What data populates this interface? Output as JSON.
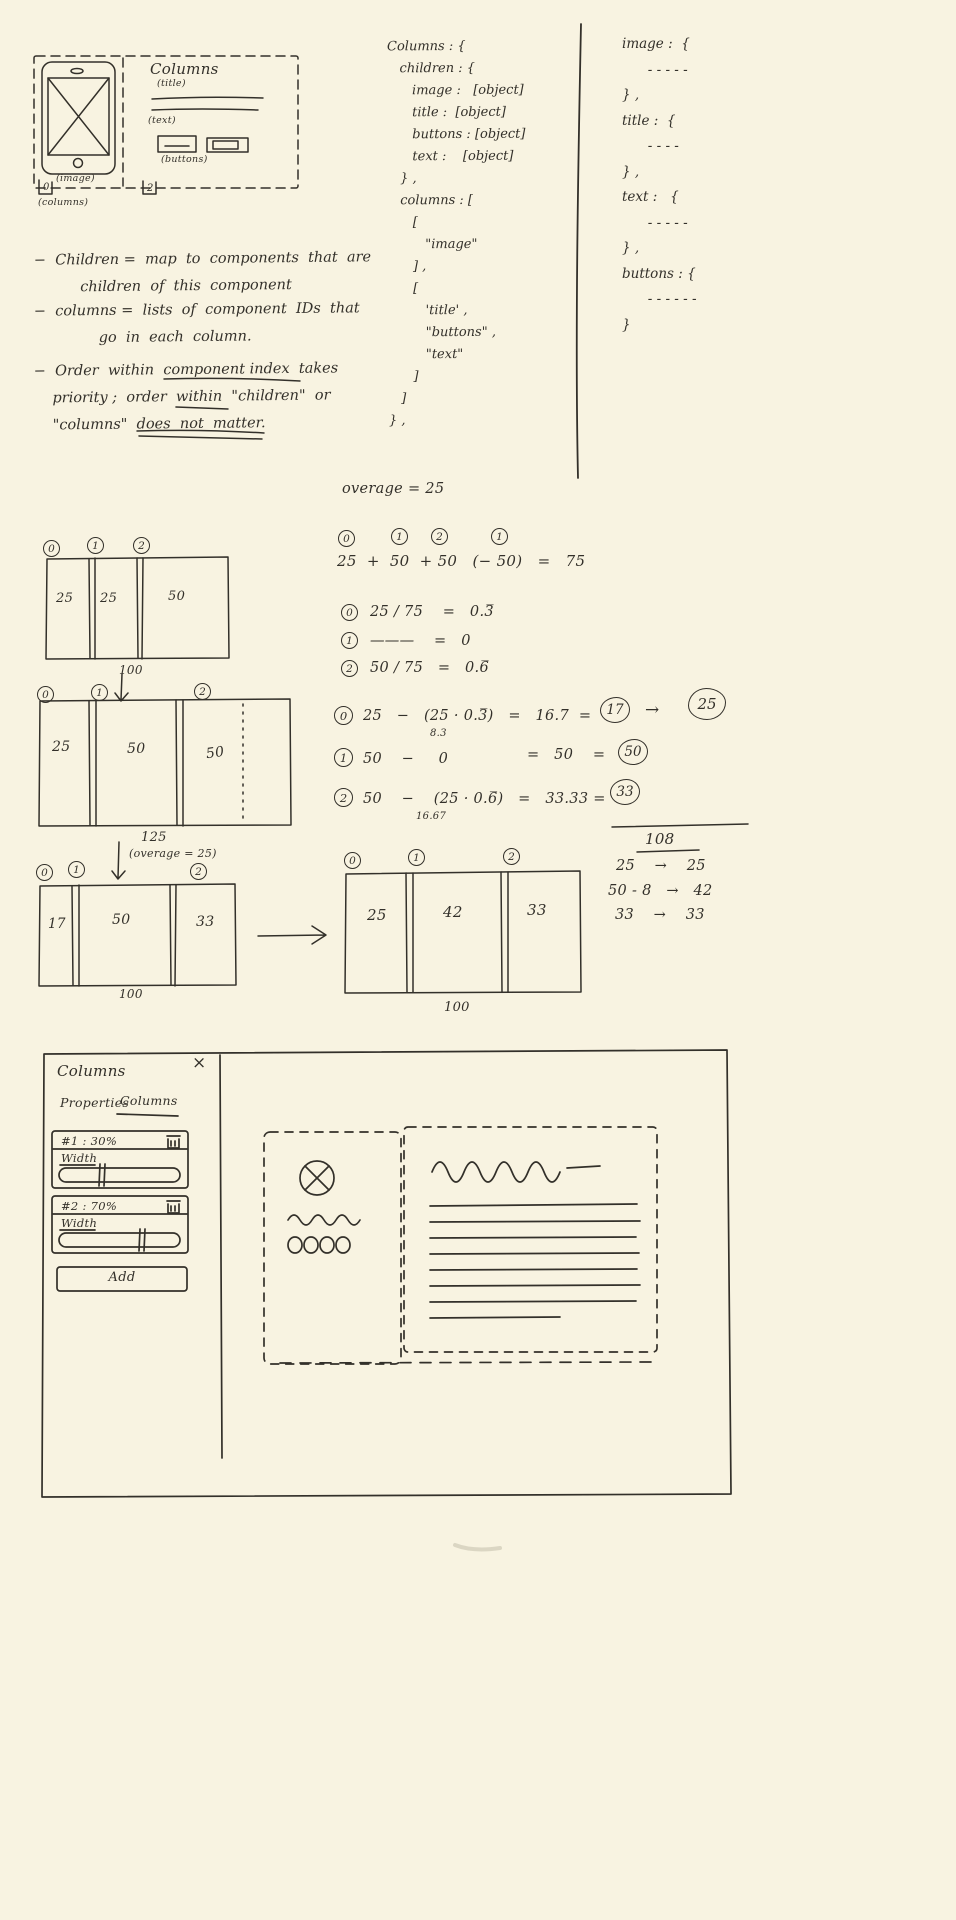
{
  "palette": {
    "paper": "#f8f3e1",
    "ink": "#33302a"
  },
  "icons": {
    "close": "x-mark",
    "delete": "trash",
    "image_placeholder": "circle-with-x",
    "phone": "mobile-frame"
  },
  "wireframe": {
    "columns_title": "Columns",
    "title_label": "(title)",
    "text_label": "(text)",
    "buttons_label": "(buttons)",
    "image_label": "(image)",
    "index_left": "0",
    "index_right": "2",
    "caption": "(columns)"
  },
  "schema_code": {
    "text": "Columns : {\n   children : {\n      image :   [object]\n      title :  [object]\n      buttons : [object]\n      text :    [object]\n   } ,\n   columns : [\n      [\n         \"image\"\n      ] ,\n      [\n         'title' ,\n         \"buttons\" ,\n         \"text\"\n      ]\n   ]\n} ,"
  },
  "component_stubs": {
    "text": "image :  {\n      - - - - -\n} ,\ntitle :  {\n      - - - -\n} ,\ntext :   {\n      - - - - -\n} ,\nbuttons : {\n      - - - - - -\n}"
  },
  "notes": {
    "b1": "−  Children =  map  to  components  that  are\n          children  of  this  component",
    "b2": "−  columns =  lists  of  component  IDs  that\n              go  in  each  column.",
    "b3": "−  Order  within  component index  takes\n    priority ;  order  within  \"children\"  or\n    \"columns\"  does  not  matter."
  },
  "flow": {
    "overage_note": "overage = 25",
    "d1": {
      "idx": [
        "0",
        "1",
        "2"
      ],
      "cells": [
        "25",
        "25",
        "50"
      ],
      "total": "100"
    },
    "d2": {
      "idx": [
        "0",
        "1",
        "2"
      ],
      "cells": [
        "25",
        "50",
        "50"
      ],
      "total": "125",
      "note": "(overage = 25)"
    },
    "d3": {
      "idx": [
        "0",
        "1",
        "2"
      ],
      "cells": [
        "17",
        "50",
        "33"
      ],
      "total": "100"
    },
    "d4": {
      "idx": [
        "0",
        "1",
        "2"
      ],
      "cells": [
        "25",
        "42",
        "33"
      ],
      "total": "100"
    }
  },
  "math": {
    "header_idx": [
      "0",
      "1",
      "2",
      "1"
    ],
    "sum_line": "25  +  50  + 50   (− 50)   =   75",
    "ratios": [
      {
        "idx": "0",
        "text": "25 / 75    =   0.3̅"
      },
      {
        "idx": "1",
        "text": "———    =   0"
      },
      {
        "idx": "2",
        "text": "50 / 75   =   0.6̅"
      }
    ],
    "calcs": [
      {
        "idx": "0",
        "expr": "25   −   (25 · 0.3̅)   =   16.7  =",
        "sub": "8.3",
        "res": "17",
        "arrow": "→",
        "res2": "25"
      },
      {
        "idx": "1",
        "expr": "50    −     0",
        "expr2": "=   50    =",
        "res": "50"
      },
      {
        "idx": "2",
        "expr": "50    −    (25 · 0.6̅)   =   33.33 =",
        "sub": "16.67",
        "res": "33"
      }
    ],
    "final": {
      "total": "108",
      "rows": [
        "25    →    25",
        "50 - 8   →   42",
        "33    →    33"
      ]
    }
  },
  "mockup": {
    "panel_title": "Columns",
    "close_glyph": "×",
    "tab_properties": "Properties",
    "tab_columns": "Columns",
    "slider1": {
      "header": "#1 : 30%",
      "label": "Width"
    },
    "slider2": {
      "header": "#2 : 70%",
      "label": "Width"
    },
    "add_label": "Add"
  }
}
